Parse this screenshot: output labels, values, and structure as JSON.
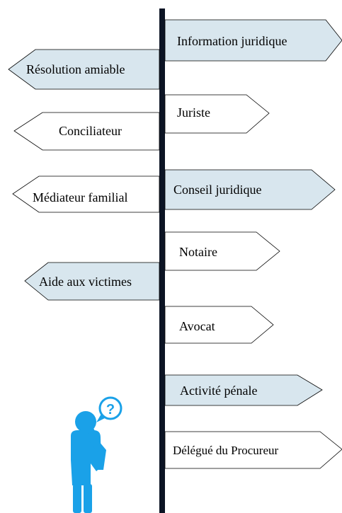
{
  "colors": {
    "filled_sign": "#d8e6ee",
    "outline_sign": "#ffffff",
    "sign_border": "#000000",
    "post": "#0c1424",
    "person": "#1aa1e8",
    "question_bubble": "#1aa1e8"
  },
  "signs": {
    "information_juridique": {
      "label": "Information juridique",
      "style": "filled",
      "direction": "right"
    },
    "resolution_amiable": {
      "label": "Résolution amiable",
      "style": "filled",
      "direction": "left"
    },
    "juriste": {
      "label": "Juriste",
      "style": "outline",
      "direction": "right"
    },
    "conciliateur": {
      "label": "Conciliateur",
      "style": "outline",
      "direction": "left"
    },
    "conseil_juridique": {
      "label": "Conseil juridique",
      "style": "filled",
      "direction": "right"
    },
    "mediateur_familial": {
      "label": "Médiateur familial",
      "style": "outline",
      "direction": "left"
    },
    "notaire": {
      "label": "Notaire",
      "style": "outline",
      "direction": "right"
    },
    "aide_aux_victimes": {
      "label": "Aide aux victimes",
      "style": "filled",
      "direction": "left"
    },
    "avocat": {
      "label": "Avocat",
      "style": "outline",
      "direction": "right"
    },
    "activite_penale": {
      "label": "Activité pénale",
      "style": "filled",
      "direction": "right"
    },
    "delegue_du_procureur": {
      "label": "Délégué du Procureur",
      "style": "outline",
      "direction": "right"
    }
  },
  "person": {
    "icon": "thinking-person-icon",
    "bubble_glyph": "?"
  }
}
